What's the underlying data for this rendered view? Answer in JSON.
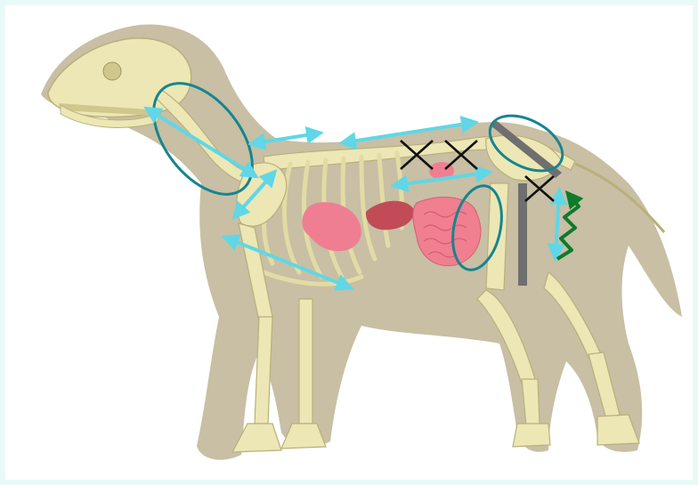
{
  "colors": {
    "frame": "#e8faf8",
    "background": "#ffffff",
    "silhouette": "#c5bc9f",
    "bone": "#ece7b5",
    "bone_shade": "#cfc78c",
    "organ_stomach": "#ef7e92",
    "organ_liver": "#c14c57",
    "organ_intestine": "#f07f90",
    "arrow": "#5fd7e6",
    "ellipse": "#16858f",
    "cross": "#111111",
    "bar": "#6f6f6f",
    "wave_arrow": "#0e7a2c"
  },
  "icons": {
    "arrows": "double-headed-arrow",
    "ellipses": "outline-ellipse",
    "crosses": "x-mark",
    "bars": "grey-bar",
    "wave": "zigzag-arrow"
  }
}
